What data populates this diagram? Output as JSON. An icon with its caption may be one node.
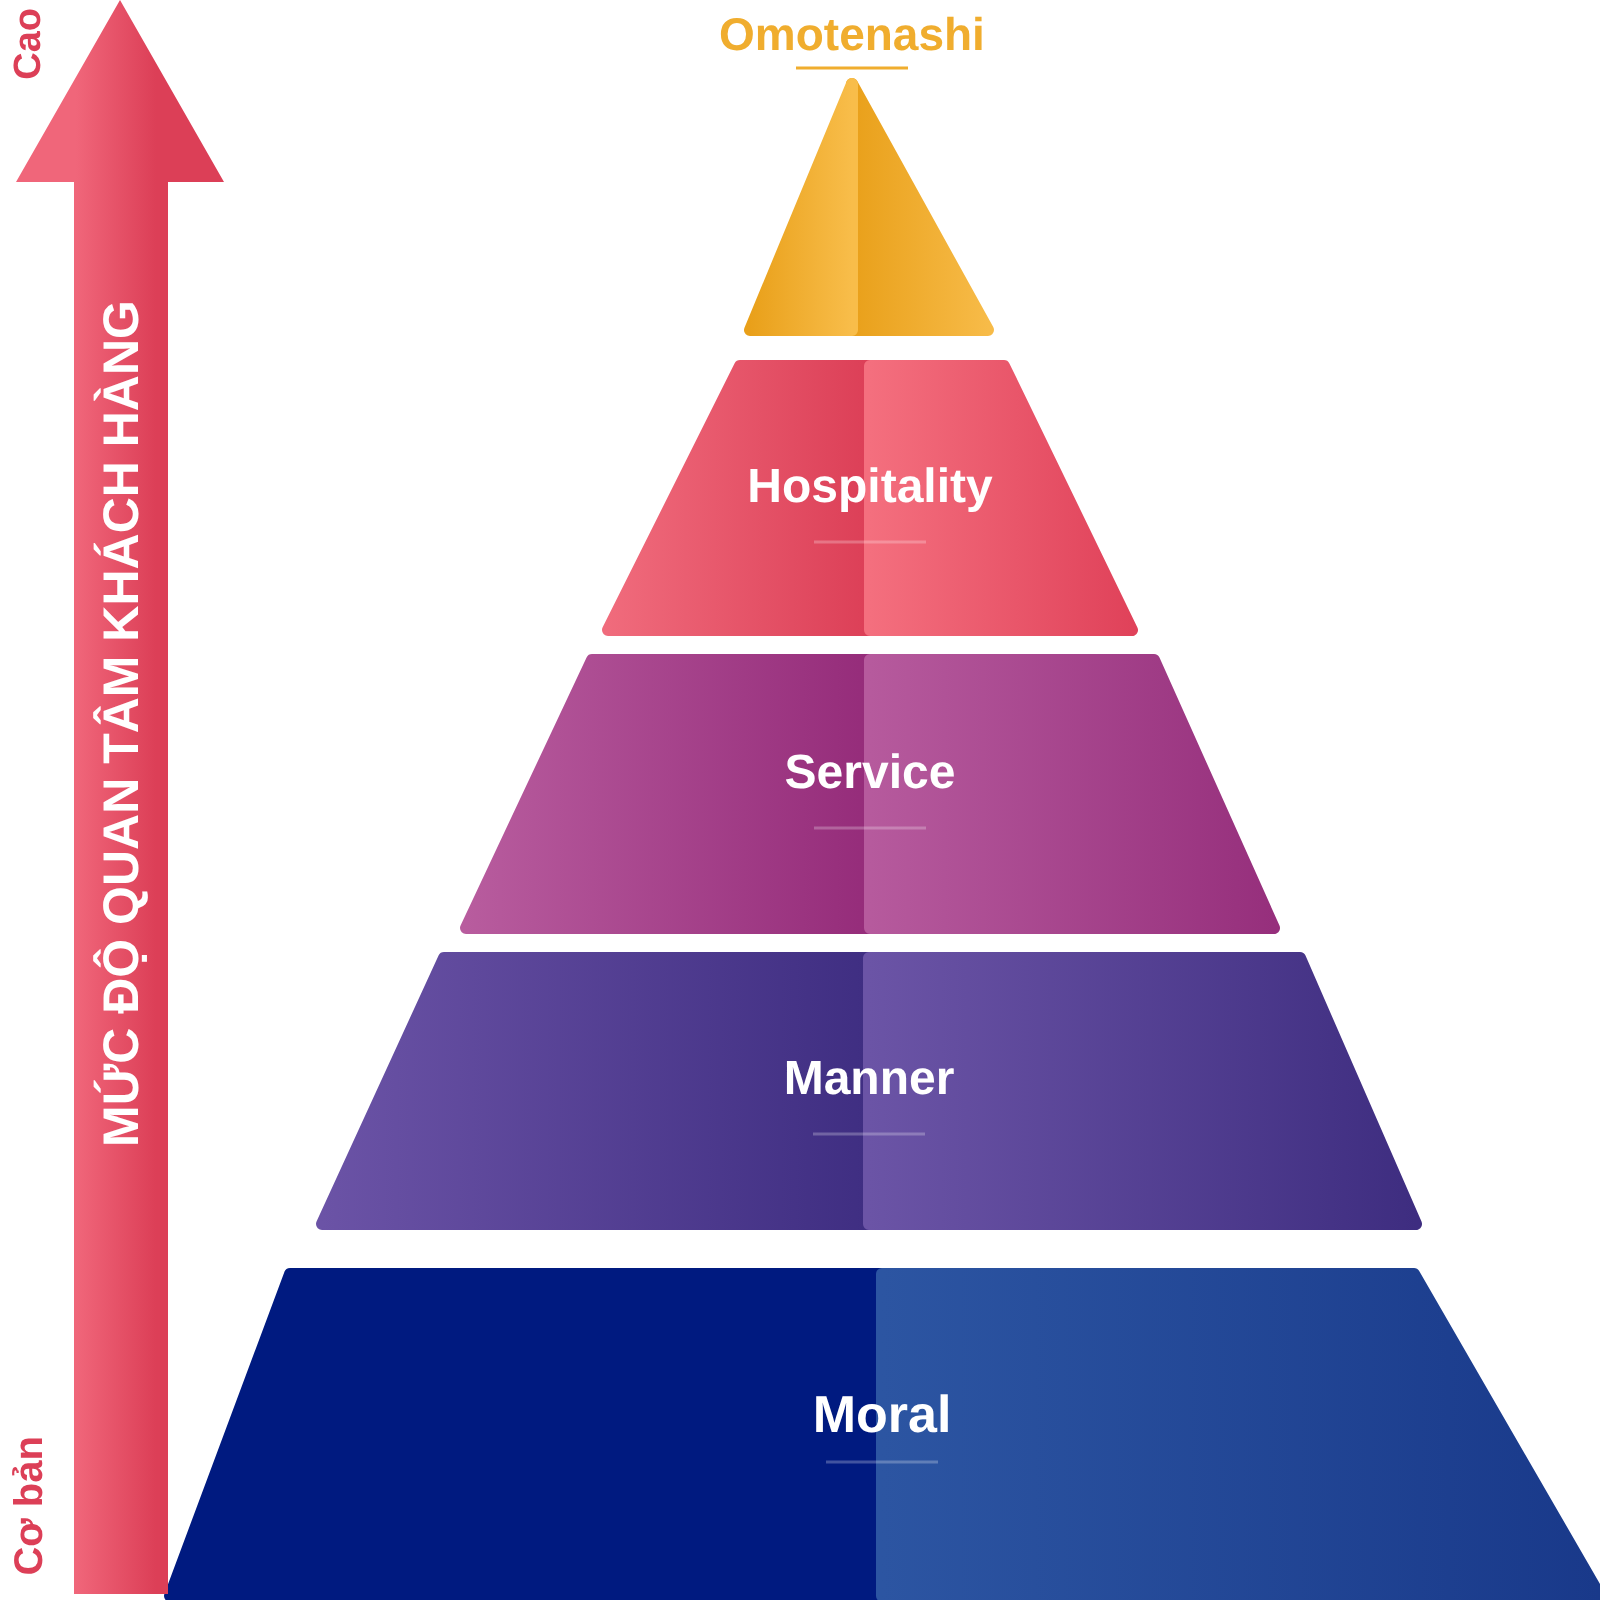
{
  "diagram": {
    "nodes": [
      {
        "text": [
          "Omotenashi"
        ]
      },
      {
        "text": [
          "Hospitality"
        ]
      },
      {
        "text": [
          "Service"
        ]
      },
      {
        "text": [
          "Manner"
        ]
      },
      {
        "text": [
          "Moral"
        ]
      },
      {
        "text": [
          "MỨC ĐỘ QUAN TÂM KHÁCH HÀNG"
        ]
      }
    ],
    "labels": [
      "Cao",
      "Cơ bản"
    ]
  }
}
